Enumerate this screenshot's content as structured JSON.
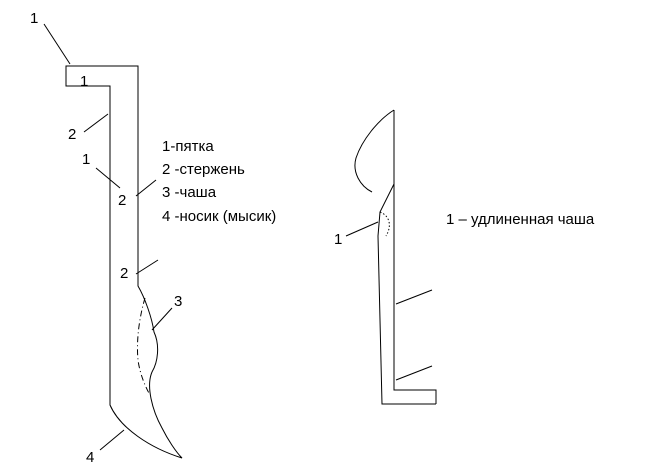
{
  "left_figure": {
    "callouts": {
      "heel_top": "1",
      "heel_inner": "1",
      "shaft_upper": "2",
      "shaft_left_marker": "1",
      "shaft_middle": "2",
      "shaft_lower": "2",
      "bowl": "3",
      "toe": "4"
    },
    "legend": [
      "1-пятка",
      "2 -стержень",
      "3 -чаша",
      "4 -носик (мысик)"
    ]
  },
  "right_figure": {
    "callouts": {
      "bowl_marker": "1"
    },
    "legend": "1 – удлиненная чаша"
  }
}
